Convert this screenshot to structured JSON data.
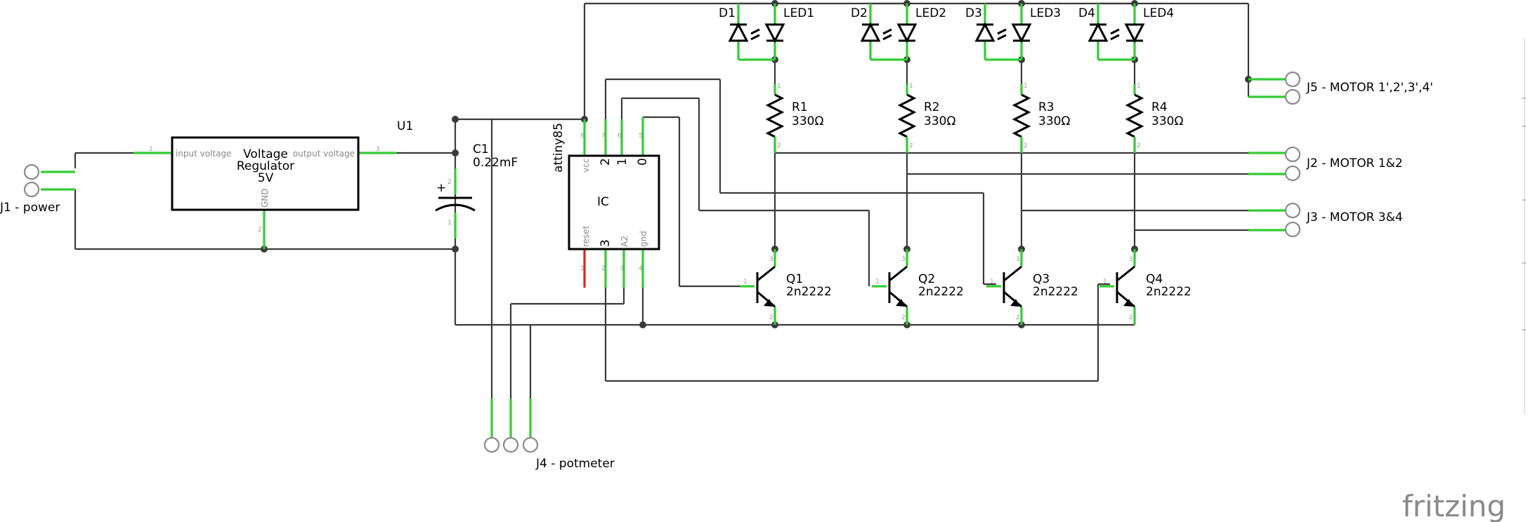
{
  "regulator": {
    "ref": "U1",
    "line1": "Voltage",
    "line2": "Regulator",
    "line3": "5V",
    "pin_in": "input voltage",
    "pin_out": "output voltage",
    "pin_gnd": "GND",
    "n_in": "1",
    "n_out": "3",
    "n_gnd": "2"
  },
  "capacitor": {
    "ref": "C1",
    "value": "0.22mF",
    "plus": "+",
    "n1": "2",
    "n2": "1"
  },
  "ic": {
    "part": "attiny85",
    "label": "IC",
    "vcc": "vcc",
    "p2": "2",
    "p1": "1",
    "p0": "0",
    "reset": "reset",
    "p3": "3",
    "a2": "A2",
    "gnd": "gnd",
    "n8": "8",
    "n7": "7",
    "n6": "6",
    "n5": "5",
    "n1": "1",
    "n2": "2",
    "n3": "3",
    "n4": "4"
  },
  "diodes": [
    "D1",
    "D2",
    "D3",
    "D4"
  ],
  "leds": [
    "LED1",
    "LED2",
    "LED3",
    "LED4"
  ],
  "resistors": [
    {
      "ref": "R1",
      "value": "330Ω"
    },
    {
      "ref": "R2",
      "value": "330Ω"
    },
    {
      "ref": "R3",
      "value": "330Ω"
    },
    {
      "ref": "R4",
      "value": "330Ω"
    }
  ],
  "transistors": [
    {
      "ref": "Q1",
      "part": "2n2222"
    },
    {
      "ref": "Q2",
      "part": "2n2222"
    },
    {
      "ref": "Q3",
      "part": "2n2222"
    },
    {
      "ref": "Q4",
      "part": "2n2222"
    }
  ],
  "connectors": {
    "j1": "J1 - power",
    "j2": "J2 - MOTOR 1&2",
    "j3": "J3 - MOTOR 3&4",
    "j4": "J4 - potmeter",
    "j5": "J5 - MOTOR 1',2',3',4'"
  },
  "pin_numbers": {
    "one": "1",
    "two": "2",
    "three": "3"
  },
  "logo": "fritzing",
  "colors": {
    "wire": "#3a3a3a",
    "pin": "#33cc33",
    "reset_pin": "#dd2222",
    "connector": "#8a8a8a"
  }
}
